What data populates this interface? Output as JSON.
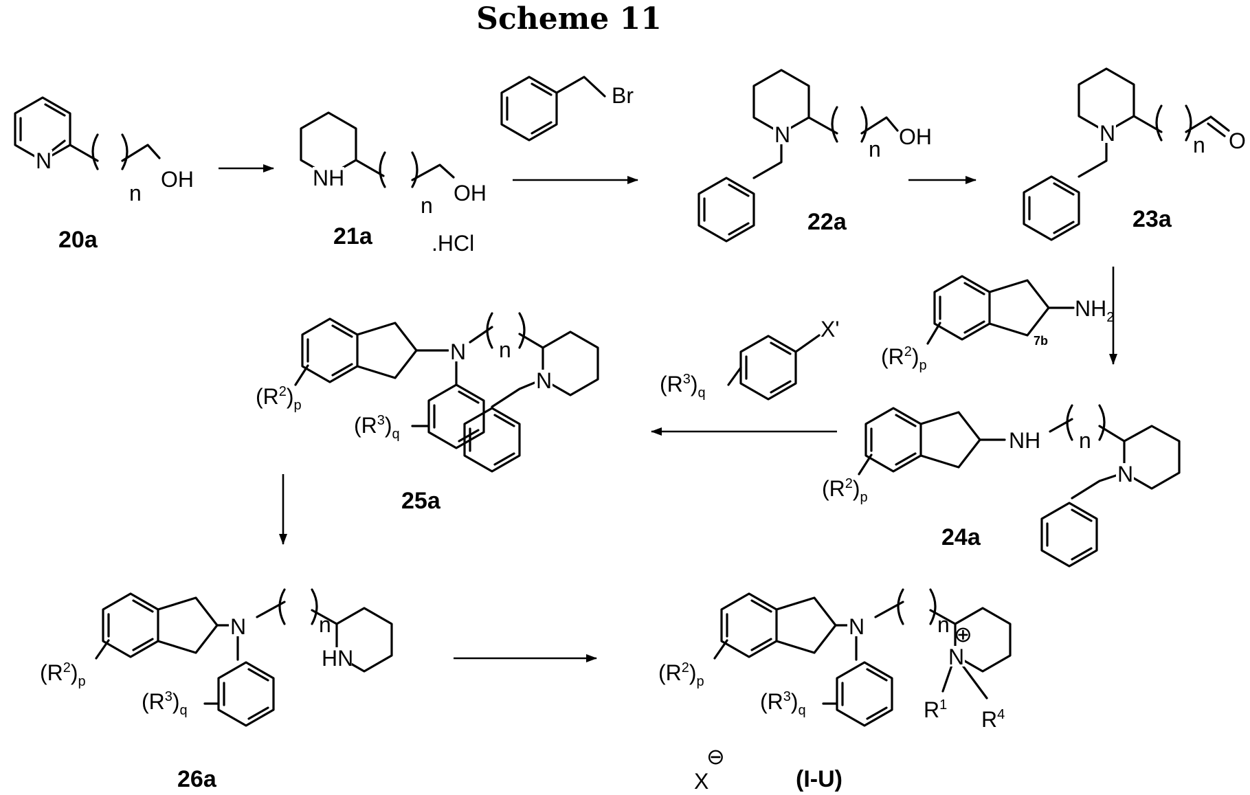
{
  "title": "Scheme 11",
  "compounds": {
    "c20a": "20a",
    "c21a": "21a",
    "c22a": "22a",
    "c23a": "23a",
    "c24a": "24a",
    "c25a": "25a",
    "c26a": "26a",
    "cIU": "(I-U)",
    "c7b": "7b"
  },
  "atoms": {
    "N": "N",
    "NH": "NH",
    "HN": "HN",
    "OH": "OH",
    "O": "O",
    "Br": "Br",
    "NH2": "NH",
    "NH2_sub": "2",
    "n": "n",
    "HCl": ".HCl",
    "Xprime": "X'",
    "X": "X",
    "minus": "⊖",
    "plus": "⊕"
  },
  "substituents": {
    "R2_label": "(R",
    "R2_sup": "2",
    "R2_close": ")",
    "R2_sub": "p",
    "R3_label": "(R",
    "R3_sup": "3",
    "R3_close": ")",
    "R3_sub": "q",
    "R1": "R",
    "R1_sup": "1",
    "R4": "R",
    "R4_sup": "4"
  }
}
